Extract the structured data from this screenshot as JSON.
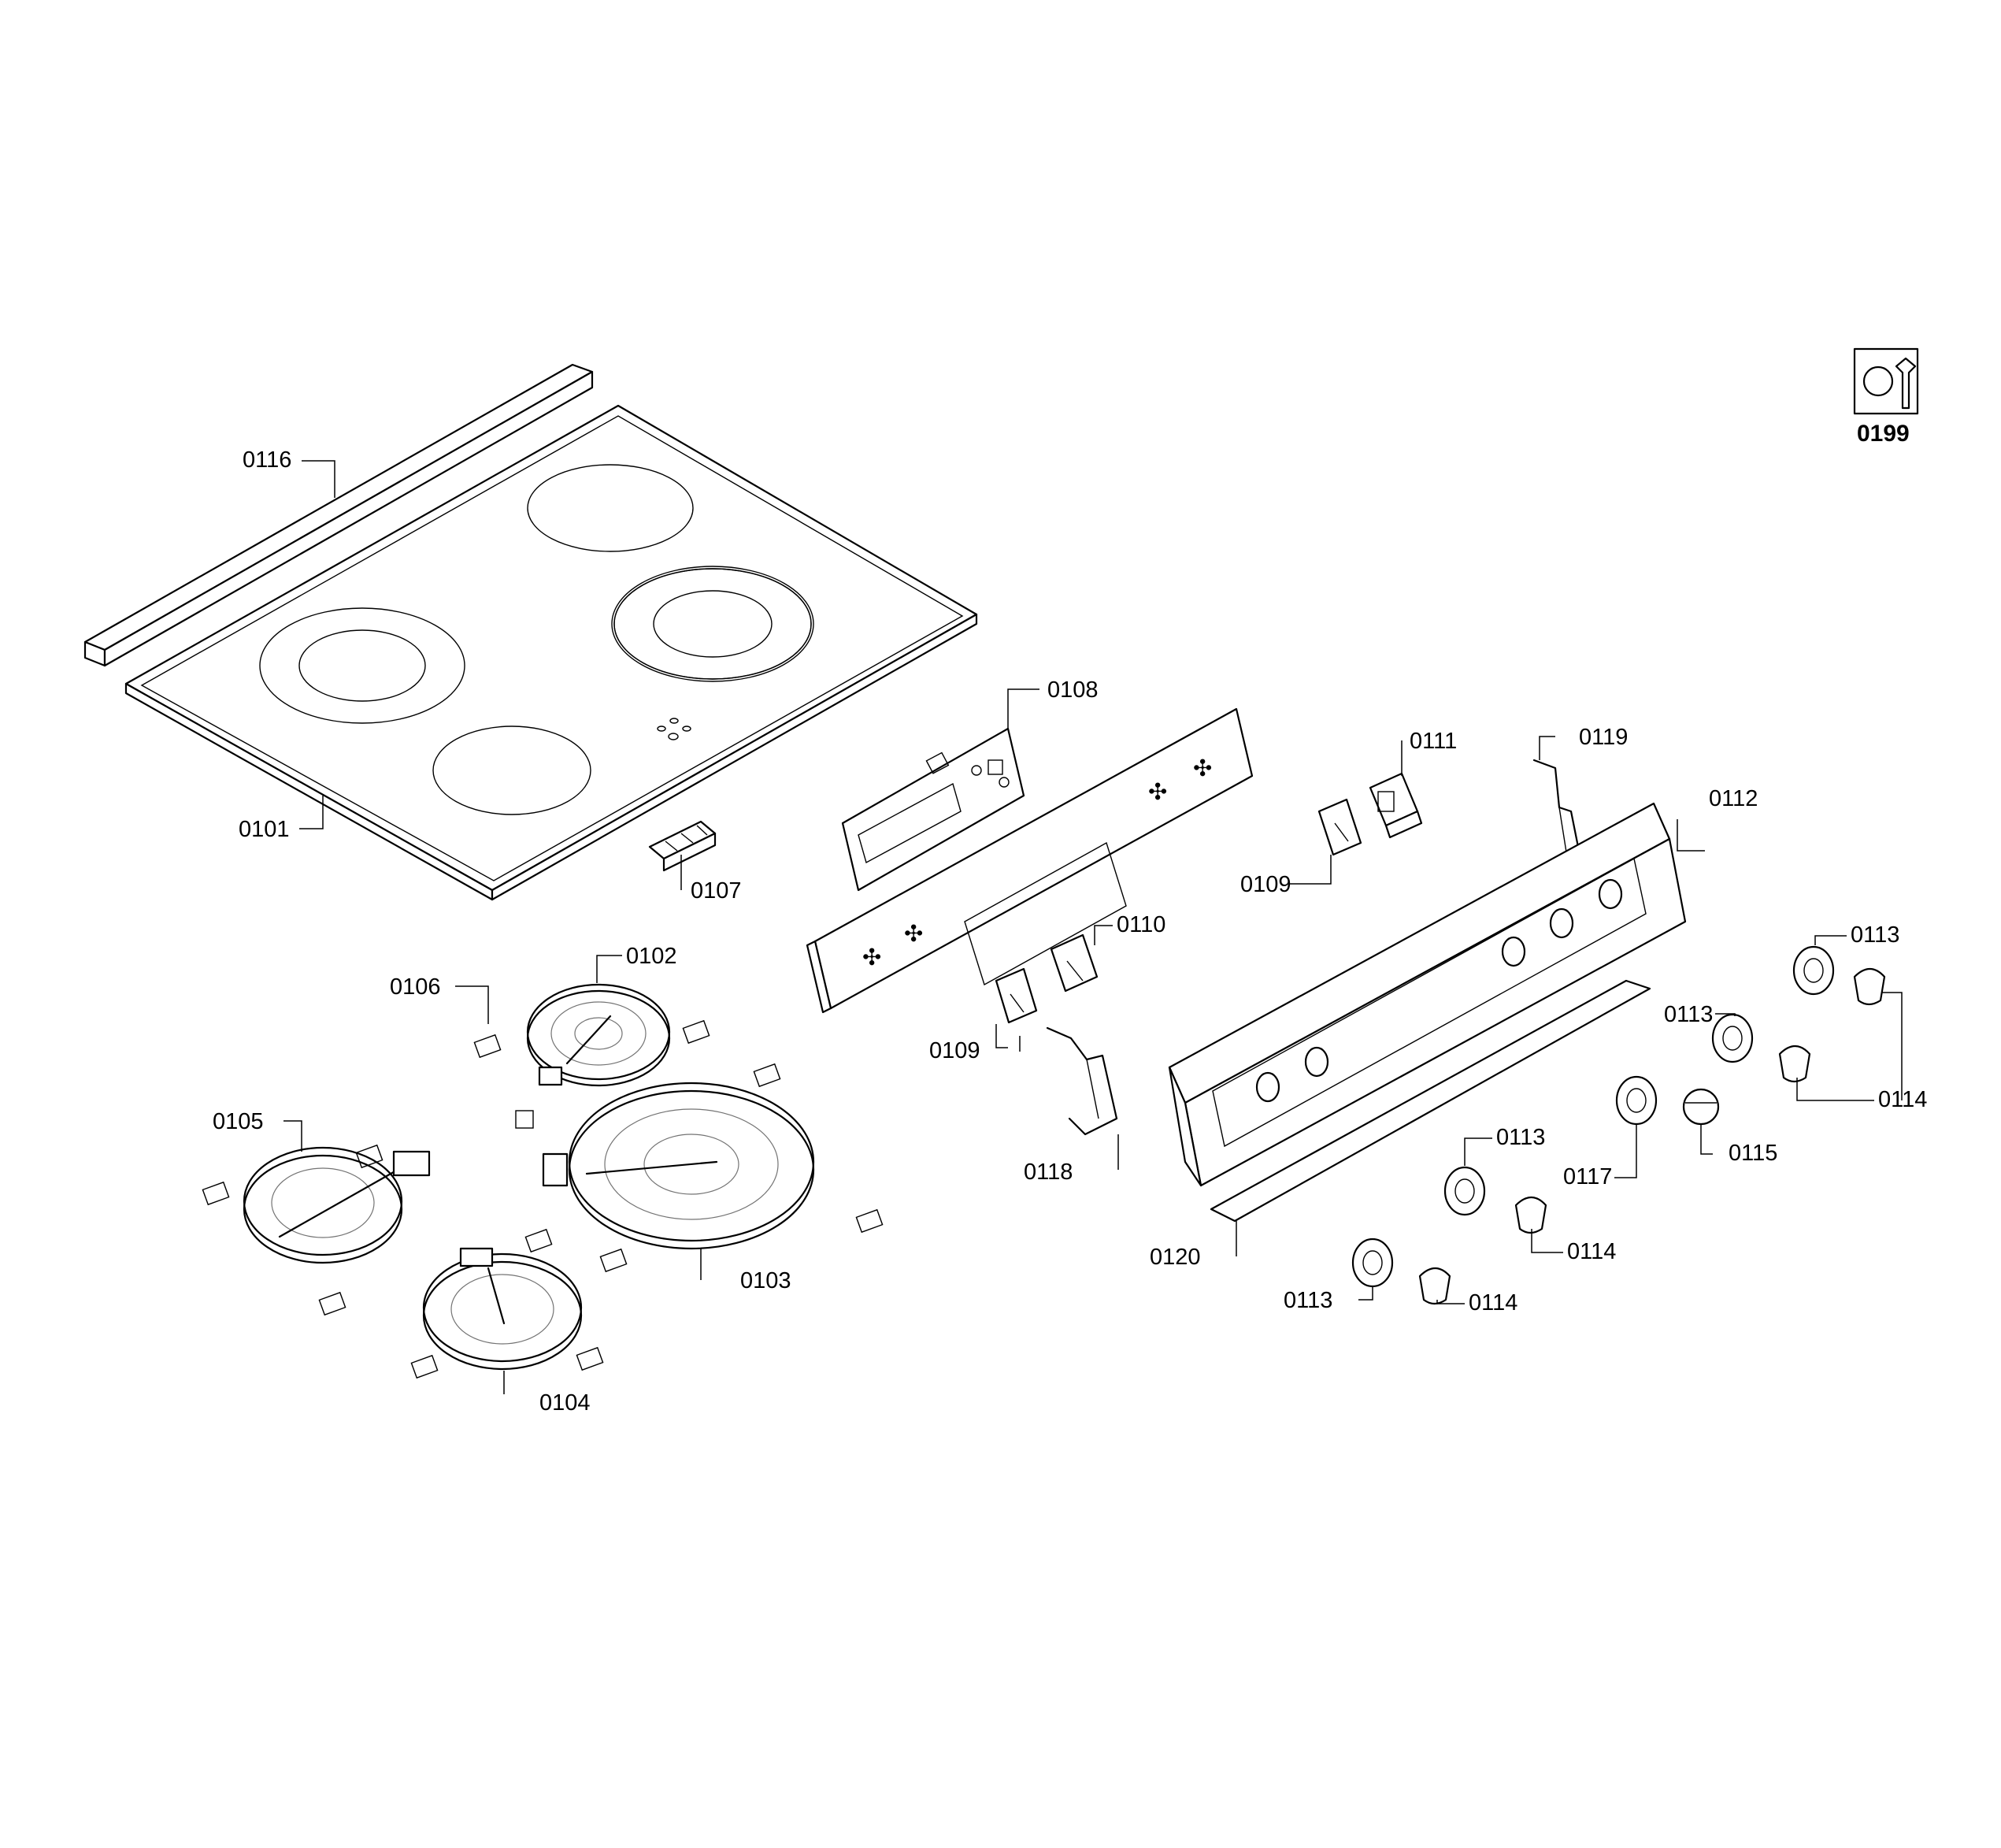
{
  "labels": {
    "p0101": "0101",
    "p0102": "0102",
    "p0103": "0103",
    "p0104": "0104",
    "p0105": "0105",
    "p0106": "0106",
    "p0107": "0107",
    "p0108": "0108",
    "p0109a": "0109",
    "p0109b": "0109",
    "p0110": "0110",
    "p0111": "0111",
    "p0112": "0112",
    "p0113a": "0113",
    "p0113b": "0113",
    "p0113c": "0113",
    "p0113d": "0113",
    "p0114a": "0114",
    "p0114b": "0114",
    "p0114c": "0114",
    "p0115": "0115",
    "p0116": "0116",
    "p0117": "0117",
    "p0118": "0118",
    "p0119": "0119",
    "p0120": "0120",
    "p0199": "0199"
  },
  "icons": {
    "tool_kit": "wrench-icon"
  }
}
